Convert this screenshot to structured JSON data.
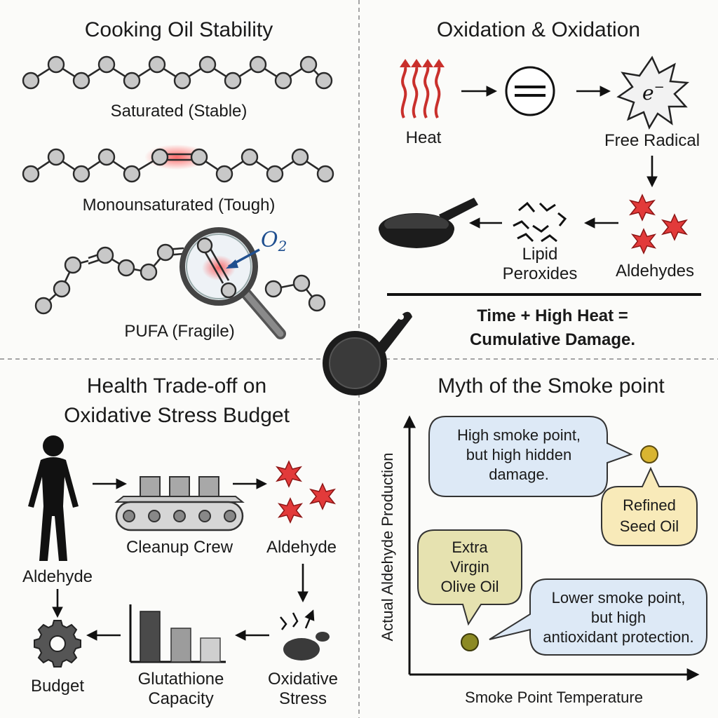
{
  "panels": {
    "cooking_oil": {
      "title": "Cooking Oil Stability",
      "saturated_label": "Saturated (Stable)",
      "mono_label": "Monounsaturated (Tough)",
      "pufa_label": "PUFA (Fragile)",
      "oxygen_label": "O",
      "oxygen_sub": "2"
    },
    "oxidation": {
      "title": "Oxidation & Oxidation",
      "heat_label": "Heat",
      "free_radical_label": "Free Radical",
      "electron_label": "e",
      "electron_sup": "−",
      "aldehydes_label": "Aldehydes",
      "lipid_label_1": "Lipid",
      "lipid_label_2": "Peroxides",
      "summary_line_1": "Time + High Heat =",
      "summary_line_2": "Cumulative Damage."
    },
    "health": {
      "title_line_1": "Health Trade-off on",
      "title_line_2": "Oxidative Stress Budget",
      "person_label": "Aldehyde",
      "cleanup_label": "Cleanup Crew",
      "aldehyde_label": "Aldehyde",
      "stress_label_1": "Oxidative",
      "stress_label_2": "Stress",
      "glutathione_label_1": "Glutathione",
      "glutathione_label_2": "Capacity",
      "budget_label": "Budget"
    },
    "smoke_point": {
      "title": "Myth of the Smoke point",
      "ylabel": "Actual Aldehyde Production",
      "xlabel": "Smoke Point Temperature",
      "bubble_high_1": "High smoke point,",
      "bubble_high_2": "but high hidden",
      "bubble_high_3": "damage.",
      "refined_1": "Refined",
      "refined_2": "Seed Oil",
      "evoo_1": "Extra",
      "evoo_2": "Virgin",
      "evoo_3": "Olive Oil",
      "bubble_low_1": "Lower smoke point,",
      "bubble_low_2": "but high",
      "bubble_low_3": "antioxidant protection."
    }
  },
  "colors": {
    "atom_fill": "#c8c8c8",
    "highlight_red": "#e23a3a",
    "oxygen_blue": "#1f4f8f",
    "bubble_blue": "#dde9f6",
    "bubble_yellow": "#f8eab9",
    "bubble_olive": "#e6e2b0",
    "dot_yellow": "#d9b531",
    "dot_olive": "#8c8a24"
  }
}
